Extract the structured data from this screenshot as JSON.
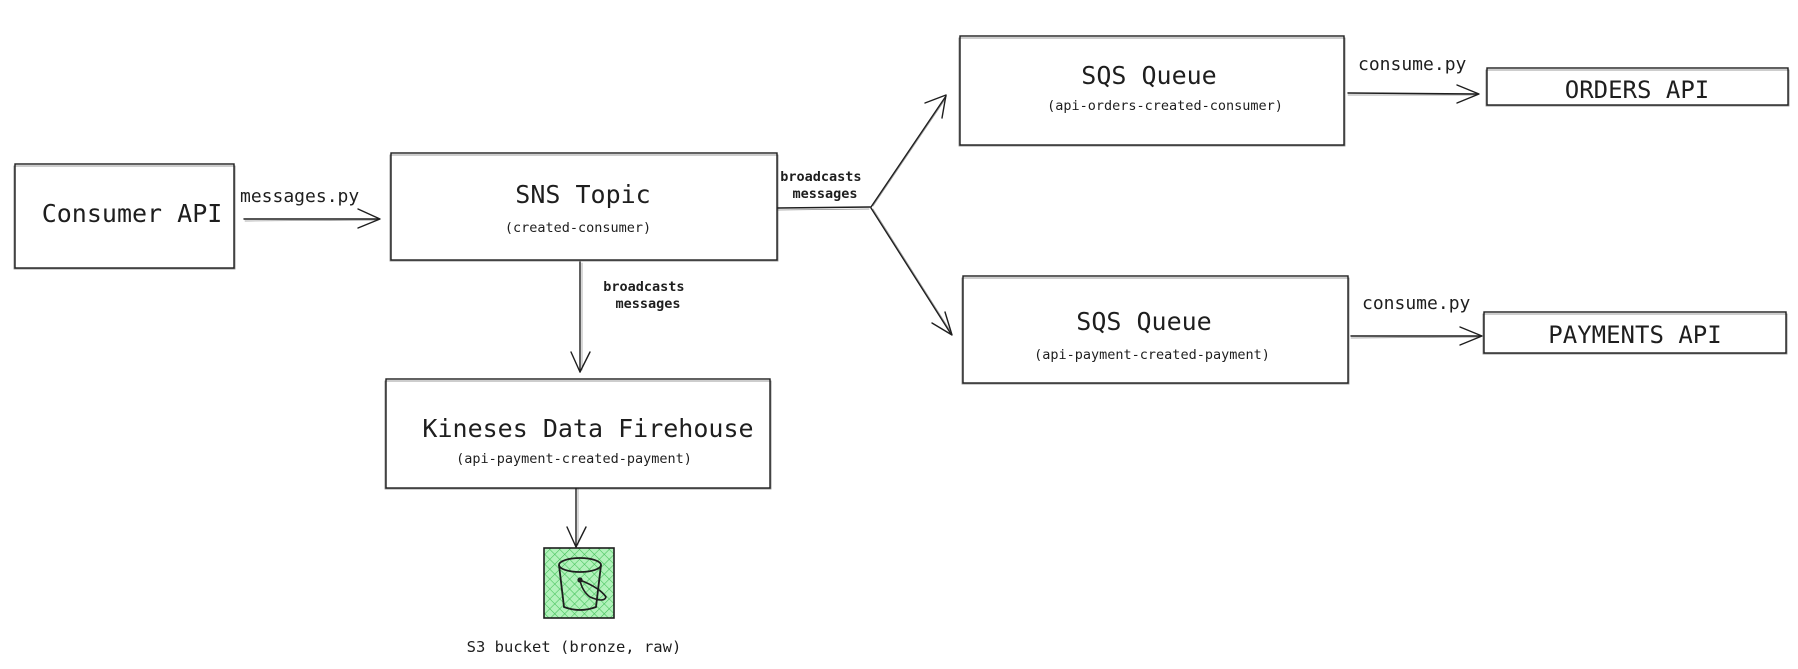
{
  "nodes": [
    {
      "id": "consumer-api",
      "title": "Consumer API",
      "subtitle": ""
    },
    {
      "id": "sns-topic",
      "title": "SNS Topic",
      "subtitle": "(created-consumer)"
    },
    {
      "id": "sqs-orders",
      "title": "SQS Queue",
      "subtitle": "(api-orders-created-consumer)"
    },
    {
      "id": "sqs-payment",
      "title": "SQS Queue",
      "subtitle": "(api-payment-created-payment)"
    },
    {
      "id": "orders-api",
      "title": "ORDERS API",
      "subtitle": ""
    },
    {
      "id": "payments-api",
      "title": "PAYMENTS API",
      "subtitle": ""
    },
    {
      "id": "firehose",
      "title": "Kineses Data Firehouse",
      "subtitle": "(api-payment-created-payment)"
    },
    {
      "id": "s3-bucket",
      "title": "S3 bucket (bronze, raw)",
      "subtitle": "",
      "icon": "bucket-icon",
      "fill": "#b2f2bb"
    }
  ],
  "edges": [
    {
      "id": "consumer-to-sns",
      "from": "consumer-api",
      "to": "sns-topic",
      "label": "messages.py"
    },
    {
      "id": "sns-broadcast-right",
      "from": "sns-topic",
      "to": "sqs-orders",
      "label": "broadcasts\nmessages"
    },
    {
      "id": "sns-to-sqs-payment",
      "from": "sns-topic",
      "to": "sqs-payment",
      "label": ""
    },
    {
      "id": "sns-to-firehose",
      "from": "sns-topic",
      "to": "firehose",
      "label": "broadcasts\nmessages"
    },
    {
      "id": "sqs-orders-to-orders-api",
      "from": "sqs-orders",
      "to": "orders-api",
      "label": "consume.py"
    },
    {
      "id": "sqs-payment-to-payments-api",
      "from": "sqs-payment",
      "to": "payments-api",
      "label": "consume.py"
    },
    {
      "id": "firehose-to-s3",
      "from": "firehose",
      "to": "s3-bucket",
      "label": ""
    }
  ],
  "colors": {
    "stroke": "#1e1e1e",
    "background": "#ffffff",
    "bucket_fill": "#b2f2bb",
    "bucket_hatch": "#40c057"
  }
}
